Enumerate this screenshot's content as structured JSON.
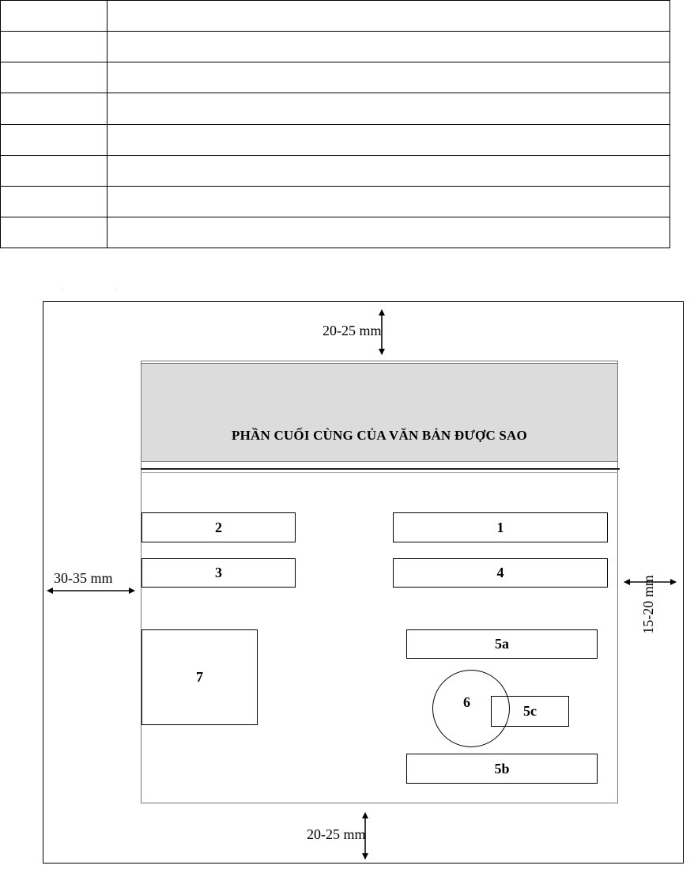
{
  "table": {
    "rows": [
      [
        "",
        ""
      ],
      [
        "",
        ""
      ],
      [
        "",
        ""
      ],
      [
        "",
        ""
      ],
      [
        "",
        ""
      ],
      [
        "",
        ""
      ],
      [
        "",
        ""
      ],
      [
        "",
        ""
      ]
    ]
  },
  "diagram": {
    "top_margin_label": "20-25 mm",
    "bottom_margin_label": "20-25 mm",
    "left_margin_label": "30-35 mm",
    "right_margin_label": "15-20 mm",
    "header_title": "PHẦN CUỐI CÙNG CỦA VĂN BẢN ĐƯỢC SAO",
    "boxes": {
      "b1": "1",
      "b2": "2",
      "b3": "3",
      "b4": "4",
      "b5a": "5a",
      "b5b": "5b",
      "b5c": "5c",
      "b6": "6",
      "b7": "7"
    },
    "colors": {
      "header_fill": "#dcdcdc",
      "stroke": "#000000"
    }
  }
}
